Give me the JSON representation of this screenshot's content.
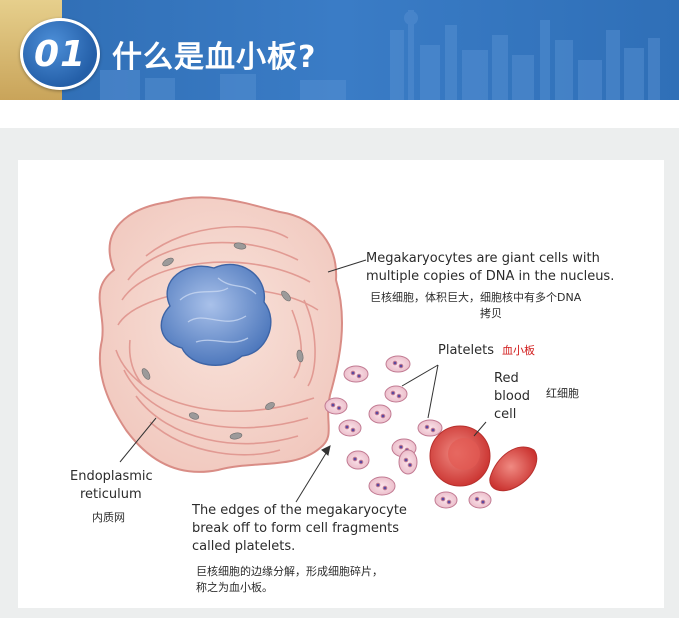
{
  "header": {
    "number": "01",
    "title": "什么是血小板?"
  },
  "labels": {
    "megakaryocytes_en_line1": "Megakaryocytes are giant cells with",
    "megakaryocytes_en_line2": "multiple copies of DNA in the nucleus.",
    "megakaryocytes_zh_line1": "巨核细胞，体积巨大，细胞核中有多个DNA",
    "megakaryocytes_zh_line2": "拷贝",
    "platelets_en": "Platelets",
    "platelets_zh": "血小板",
    "rbc_en_line1": "Red",
    "rbc_en_line2": "blood",
    "rbc_en_line3": "cell",
    "rbc_zh": "红细胞",
    "er_en_line1": "Endoplasmic",
    "er_en_line2": "reticulum",
    "er_zh": "内质网",
    "edges_en_line1": "The edges of the megakaryocyte",
    "edges_en_line2": "break off to form cell fragments",
    "edges_en_line3": "called platelets.",
    "edges_zh_line1": "巨核细胞的边缘分解，形成细胞碎片，",
    "edges_zh_line2": "称之为血小板。"
  },
  "colors": {
    "banner_blue": "#2f6db3",
    "banner_gold": "#d4b36a",
    "cell_pink": "#f4d3cb",
    "cell_outline": "#d98d86",
    "nucleus_blue": "#6f95cf",
    "rbc_red": "#d8433f",
    "platelet_purple": "#5a4aa0",
    "highlight_red": "#d11a1a"
  }
}
